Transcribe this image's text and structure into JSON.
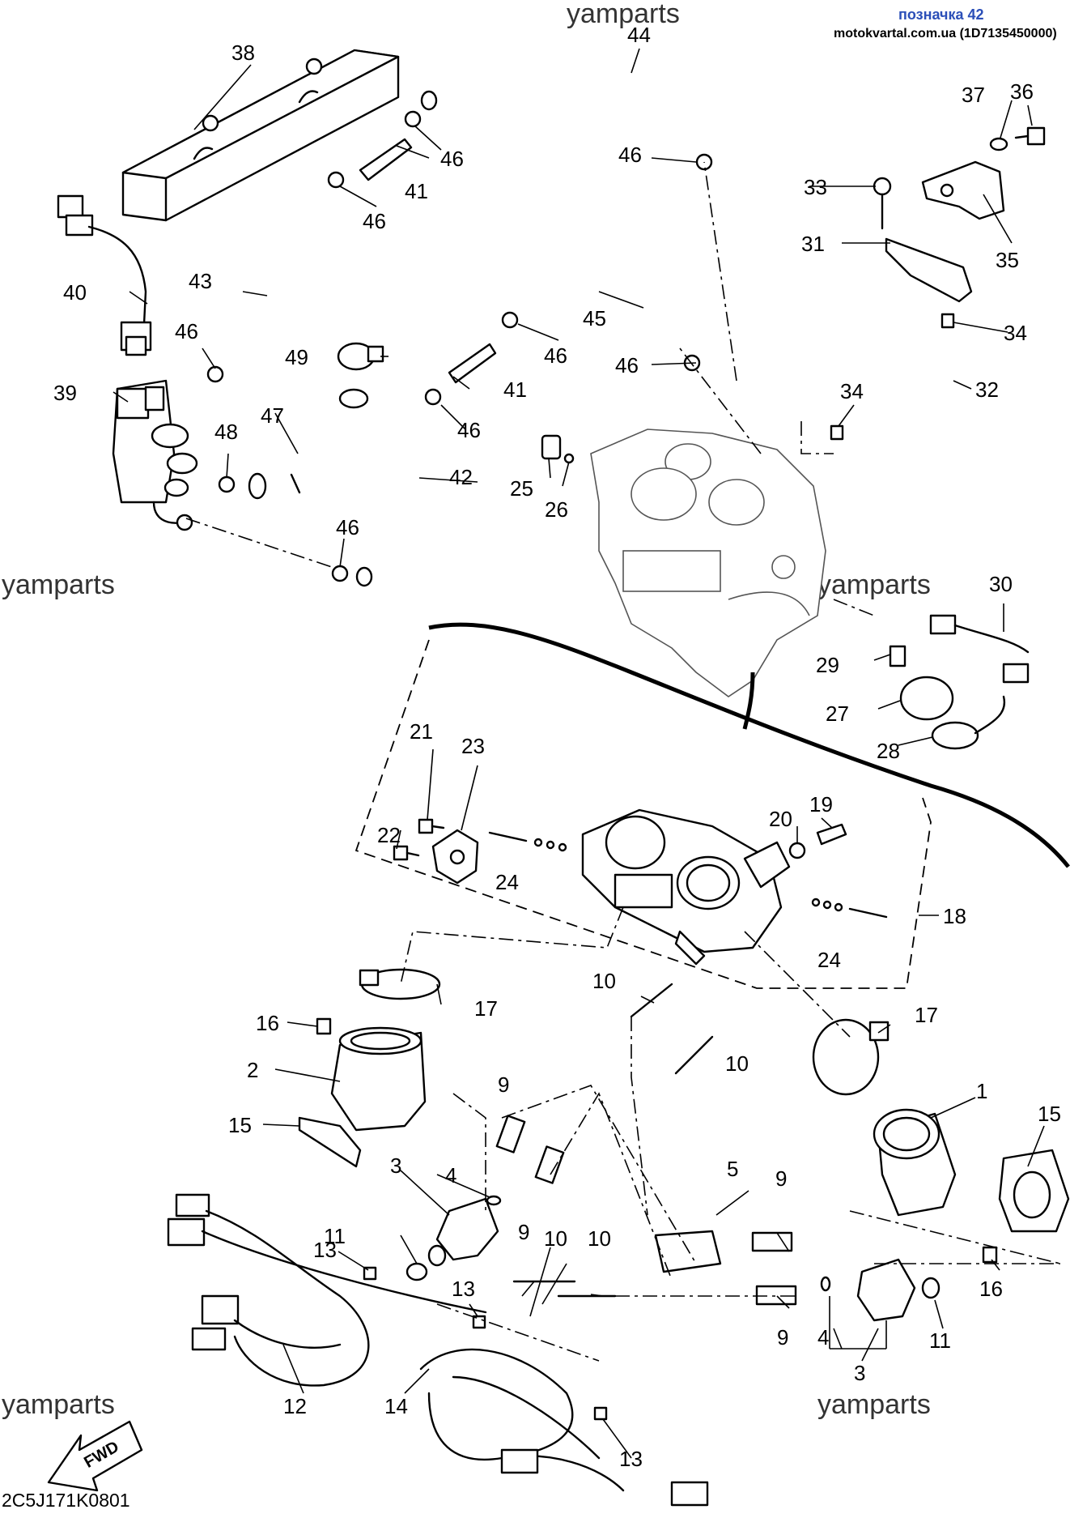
{
  "header": {
    "watermark_top": "yamparts",
    "label": "позначка 42",
    "source": "motokvartal.com.ua (1D7135450000)"
  },
  "watermarks": [
    "yamparts",
    "yamparts",
    "yamparts",
    "yamparts"
  ],
  "diagram_code": "2C5J171K0801",
  "fwd_label": "FWD",
  "callouts": {
    "c1": "1",
    "c2": "2",
    "c3a": "3",
    "c3b": "3",
    "c4a": "4",
    "c4b": "4",
    "c5": "5",
    "c9a": "9",
    "c9b": "9",
    "c9c": "9",
    "c9d": "9",
    "c10a": "10",
    "c10b": "10",
    "c10c": "10",
    "c10d": "10",
    "c11a": "11",
    "c11b": "11",
    "c12": "12",
    "c13a": "13",
    "c13b": "13",
    "c13c": "13",
    "c14": "14",
    "c15a": "15",
    "c15b": "15",
    "c16a": "16",
    "c16b": "16",
    "c17a": "17",
    "c17b": "17",
    "c18": "18",
    "c19": "19",
    "c20": "20",
    "c21": "21",
    "c22": "22",
    "c23": "23",
    "c24a": "24",
    "c24b": "24",
    "c25": "25",
    "c26": "26",
    "c27": "27",
    "c28": "28",
    "c29": "29",
    "c30": "30",
    "c31": "31",
    "c32": "32",
    "c33": "33",
    "c34a": "34",
    "c34b": "34",
    "c35": "35",
    "c36": "36",
    "c37": "37",
    "c38": "38",
    "c39": "39",
    "c40": "40",
    "c41a": "41",
    "c41b": "41",
    "c42": "42",
    "c43": "43",
    "c44": "44",
    "c45": "45",
    "c46a": "46",
    "c46b": "46",
    "c46c": "46",
    "c46d": "46",
    "c46e": "46",
    "c46f": "46",
    "c46g": "46",
    "c46h": "46",
    "c47": "47",
    "c48": "48",
    "c49": "49"
  }
}
